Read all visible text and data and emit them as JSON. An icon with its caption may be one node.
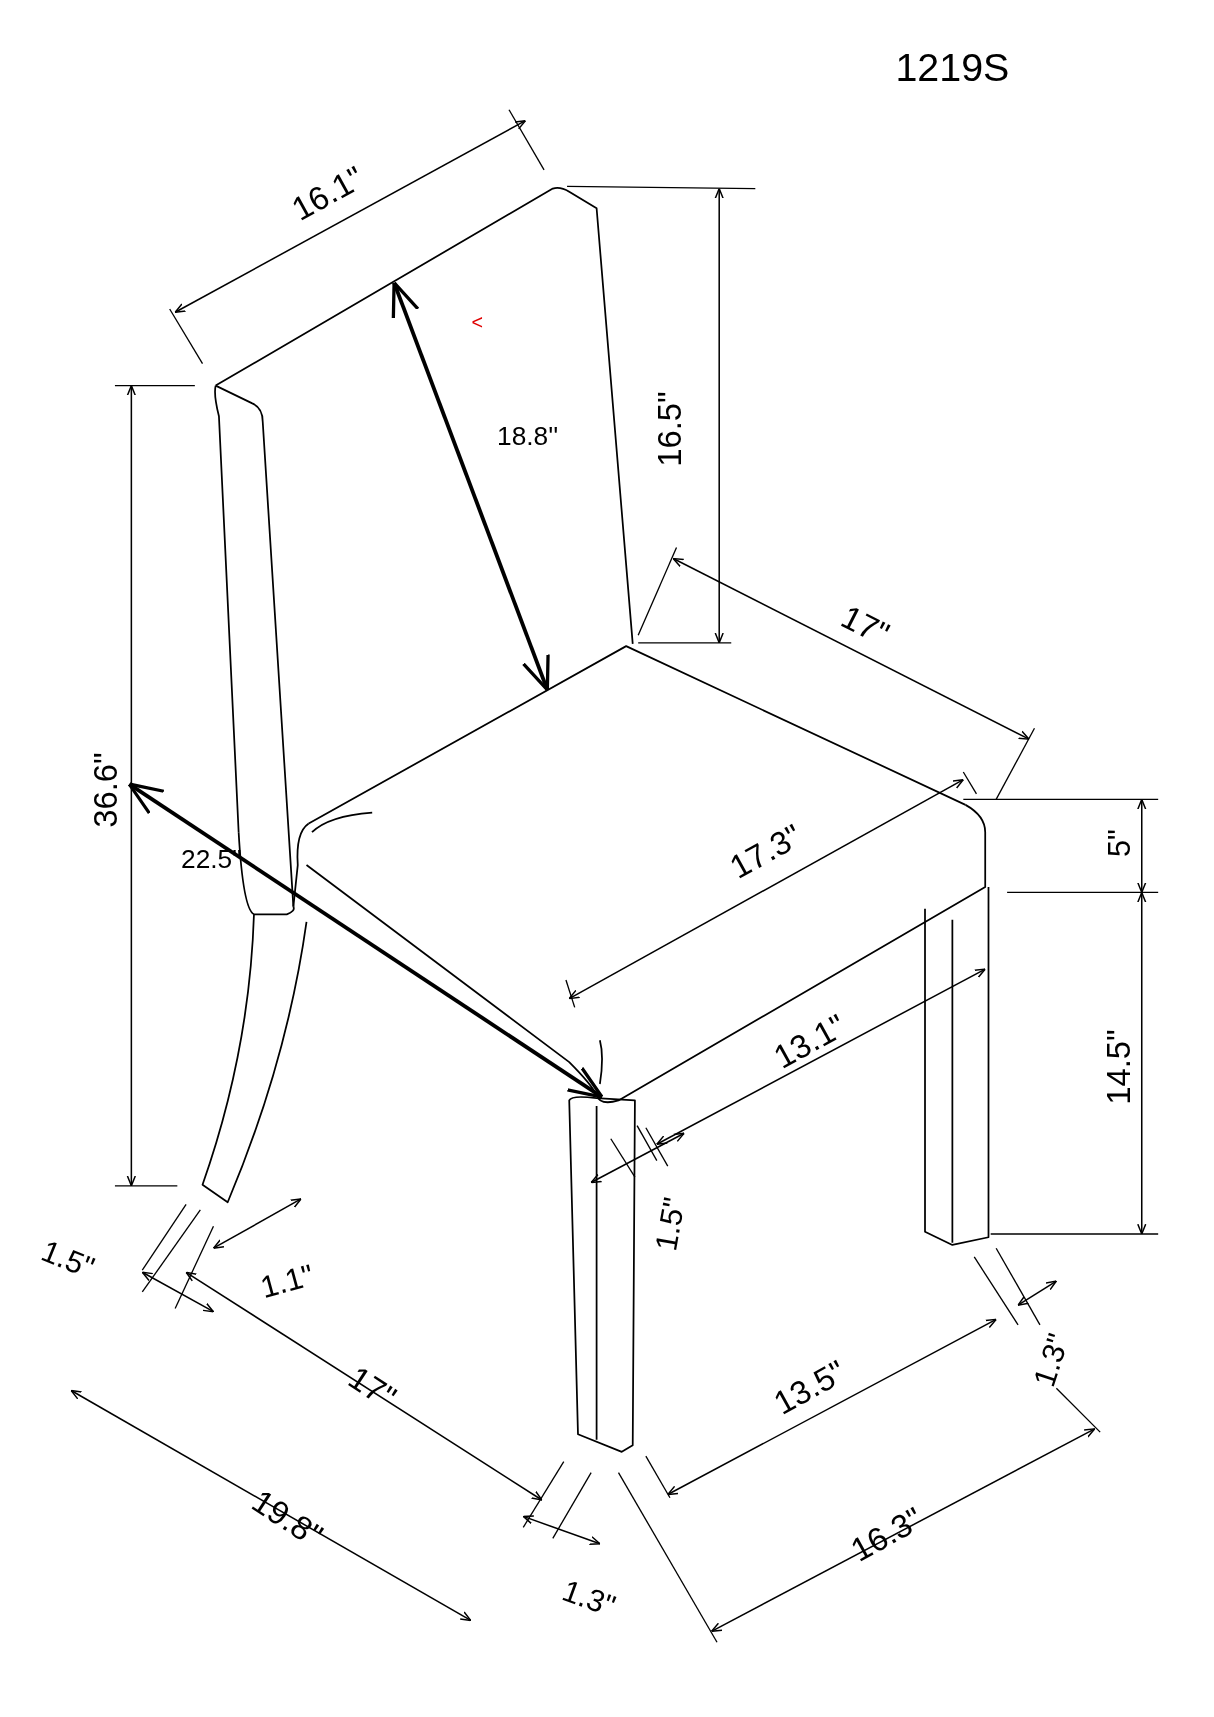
{
  "diagram": {
    "labels": [
      "1219S",
      "16.1\"",
      "<",
      "18.8''",
      "16.5\"",
      "17\"",
      "36.6\"",
      "22.5\"",
      "17.3\"",
      "5\"",
      "14.5\"",
      "13.1\"",
      "1.5\"",
      "1.5\"",
      "1.1\"",
      "17\"",
      "13.5\"",
      "1.3\"",
      "19.8\"",
      "16.3\"",
      "1.3\""
    ]
  }
}
